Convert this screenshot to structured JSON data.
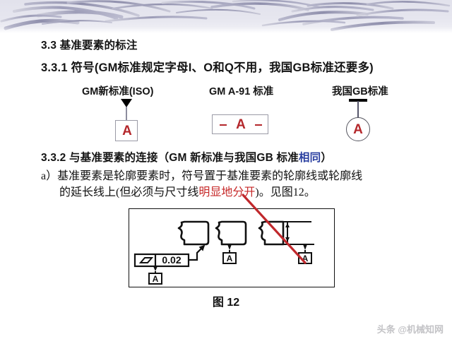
{
  "slide": {
    "section_heading": "3.3  基准要素的标注",
    "subsection_1": "3.3.1  符号(GM标准规定字母I、O和Q不用，我国GB标准还要多)",
    "subsection_2": {
      "prefix": "3.3.2  与基准要素的连接（GM 新标准与我国GB 标准",
      "highlight": "相同",
      "suffix": "）",
      "highlight_color": "#2a3fa0"
    },
    "paragraph_a": {
      "line1": "a）基准要素是轮廓要素时，符号置于基准要素的轮廓线或轮廓线",
      "line2_prefix": "的延长线上(但必须与尺寸线",
      "line2_highlight": "明显地分开",
      "line2_suffix": ")。见图12。",
      "highlight_color": "#c62828"
    }
  },
  "symbols": [
    {
      "caption": "GM新标准(ISO)",
      "letter": "A",
      "style": "filled-triangle-square",
      "letter_color": "#b4272b"
    },
    {
      "caption": "GM A-91 标准",
      "letter": "A",
      "style": "dashed-rectangle",
      "letter_color": "#b4272b"
    },
    {
      "caption": "我国GB标准",
      "letter": "A",
      "style": "bar-circle",
      "letter_color": "#b4272b"
    }
  ],
  "figure": {
    "caption": "图  12",
    "control_frame": {
      "symbol_name": "parallelism-symbol",
      "tolerance": "0.02",
      "datum": "A"
    },
    "datum_labels": [
      "A",
      "A",
      "A"
    ],
    "annotation": {
      "name": "red-cross-out-stroke",
      "color": "#c0282c"
    }
  },
  "footer": {
    "watermark": "头条 @机械知网"
  },
  "theme": {
    "header_band_color": "#e4e4ed",
    "header_stroke_color": "#9a9ab4",
    "accent_red": "#b4272b",
    "accent_blue": "#2a3fa0"
  }
}
